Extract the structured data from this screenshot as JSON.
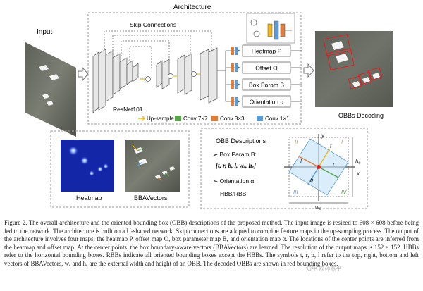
{
  "figure": {
    "input_label": "Input",
    "architecture_label": "Architecture",
    "skip_label": "Skip Connections",
    "resnet_label": "ResNet101",
    "heads": [
      "Heatmap P",
      "Offset O",
      "Box Param B",
      "Orientation α"
    ],
    "legend": [
      {
        "label": "Up-sample",
        "color": "#f2b61f"
      },
      {
        "label": "Conv 7×7",
        "color": "#56a447"
      },
      {
        "label": "Conv 3×3",
        "color": "#e27c36"
      },
      {
        "label": "Conv 1×1",
        "color": "#5d9bd5"
      }
    ],
    "obb_decoding_label": "OBBs Decoding",
    "heatmap_label": "Heatmap",
    "bbavectors_label": "BBAVectors",
    "obb_desc": {
      "title": "OBB Descriptions",
      "box_param": "Box Param B:",
      "box_param_vec": "[t, r, b, l, wₑ, hₑ]",
      "orientation": "Orientation α:",
      "orientation_vals": "HBB/RBB"
    },
    "diagram": {
      "quadrants": [
        "I",
        "II",
        "III",
        "IV"
      ],
      "vectors": [
        "t",
        "r",
        "b",
        "l"
      ],
      "axes": [
        "x",
        "y"
      ],
      "he": "hₑ",
      "we": "wₑ"
    }
  },
  "caption": [
    "Figure 2. The overall architecture and the oriented bounding box (OBB) descriptions of the proposed method. The input image is resized",
    "to 608 × 608 before being fed to the network. The architecture is built on a U-shaped network. Skip connections are adopted to combine",
    "feature maps in the up-sampling process. The output of the architecture involves four maps: the heatmap P, offset map O, box parameter",
    "map B, and orientation map α. The locations of the center points are inferred from the heatmap and offset map. At the center points,",
    "the box boundary-aware vectors (BBAVectors) are learned. The resolution of the output maps is 152 × 152. HBBs refer to the horizontal",
    "bounding boxes. RBBs indicate all oriented bounding boxes except the HBBs. The symbols t, r, b, l refer to the top, right, bottom and left",
    "vectors of BBAVectors, wₑ and hₑ are the external width and height of an OBB. The decoded OBBs are shown in red bounding boxes."
  ],
  "watermark": "知乎 @孙燕平"
}
